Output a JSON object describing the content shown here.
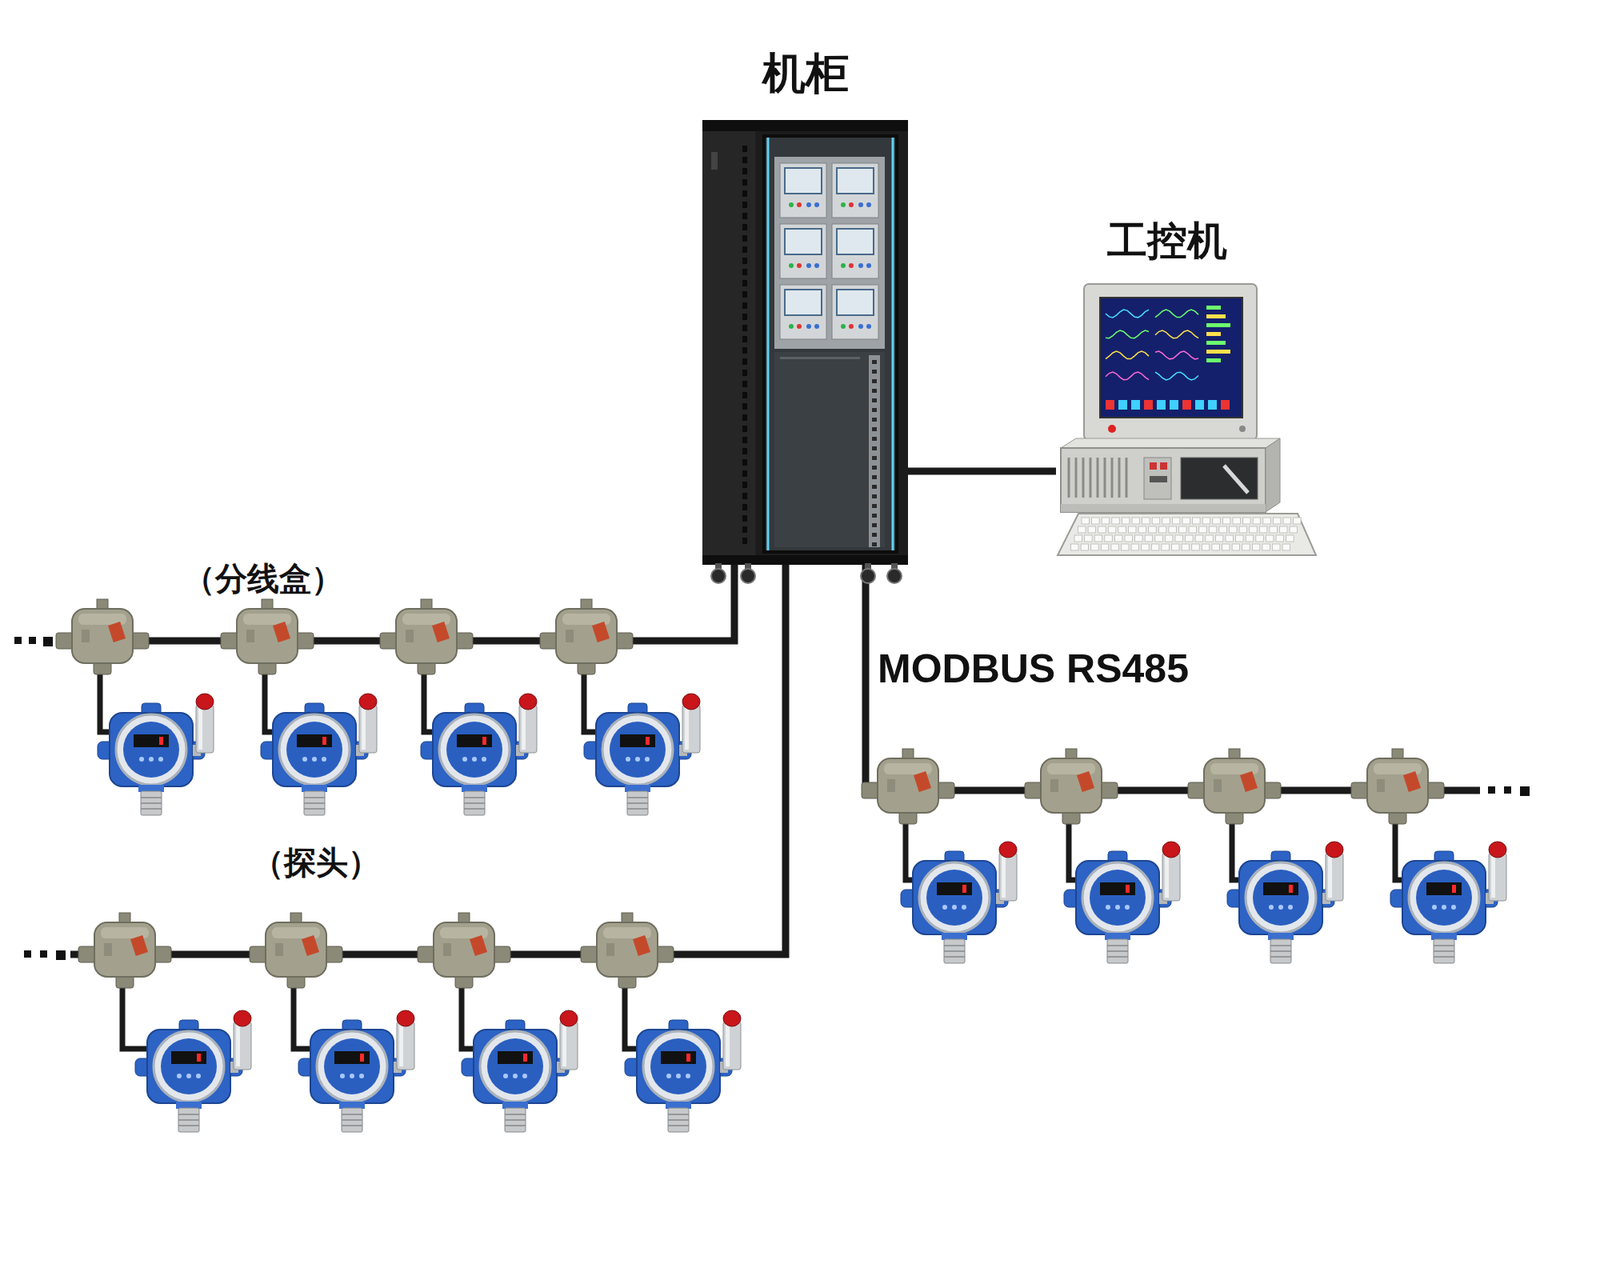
{
  "diagram": {
    "nodes": [
      {
        "text": [
          "机柜"
        ]
      },
      {
        "text": [
          "工控机"
        ]
      }
    ],
    "edges": [
      {
        "from": 0,
        "to": 1,
        "arrow": "none"
      }
    ],
    "labels": [
      "（分线盒）",
      "（探头）",
      "MODBUS RS485"
    ]
  }
}
